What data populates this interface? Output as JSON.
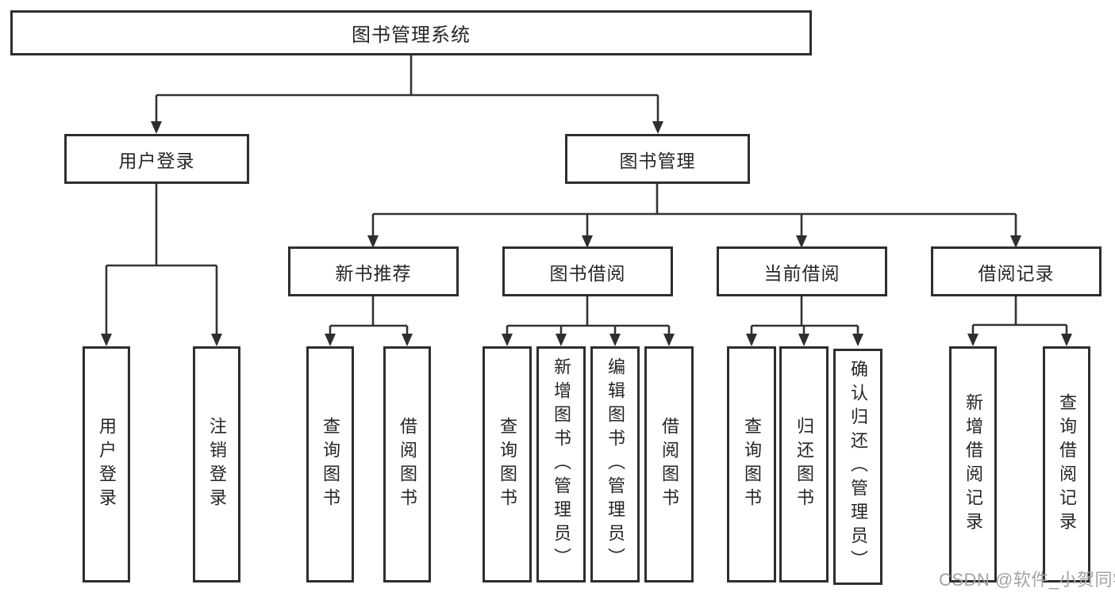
{
  "colors": {
    "background": "#ffffff",
    "box_border": "#2e2e2e",
    "line": "#333333",
    "text": "#262626",
    "watermark": "#a3a3a3"
  },
  "watermark": {
    "text": "CSDN @软件_小贺同学"
  },
  "chart_type": "tree-diagram",
  "tree": {
    "root": {
      "label": "图书管理系统"
    },
    "branches": [
      {
        "label": "用户登录",
        "children": [
          {
            "label": "用户登录"
          },
          {
            "label": "注销登录"
          }
        ]
      },
      {
        "label": "图书管理",
        "children": [
          {
            "label": "新书推荐",
            "children": [
              {
                "label": "查询图书"
              },
              {
                "label": "借阅图书"
              }
            ]
          },
          {
            "label": "图书借阅",
            "children": [
              {
                "label": "查询图书"
              },
              {
                "label": "新增图书（管理员）"
              },
              {
                "label": "编辑图书（管理员）"
              },
              {
                "label": "借阅图书"
              }
            ]
          },
          {
            "label": "当前借阅",
            "children": [
              {
                "label": "查询图书"
              },
              {
                "label": "归还图书"
              },
              {
                "label": "确认归还（管理员）"
              }
            ]
          },
          {
            "label": "借阅记录",
            "children": [
              {
                "label": "新增借阅记录"
              },
              {
                "label": "查询借阅记录"
              }
            ]
          }
        ]
      }
    ]
  }
}
